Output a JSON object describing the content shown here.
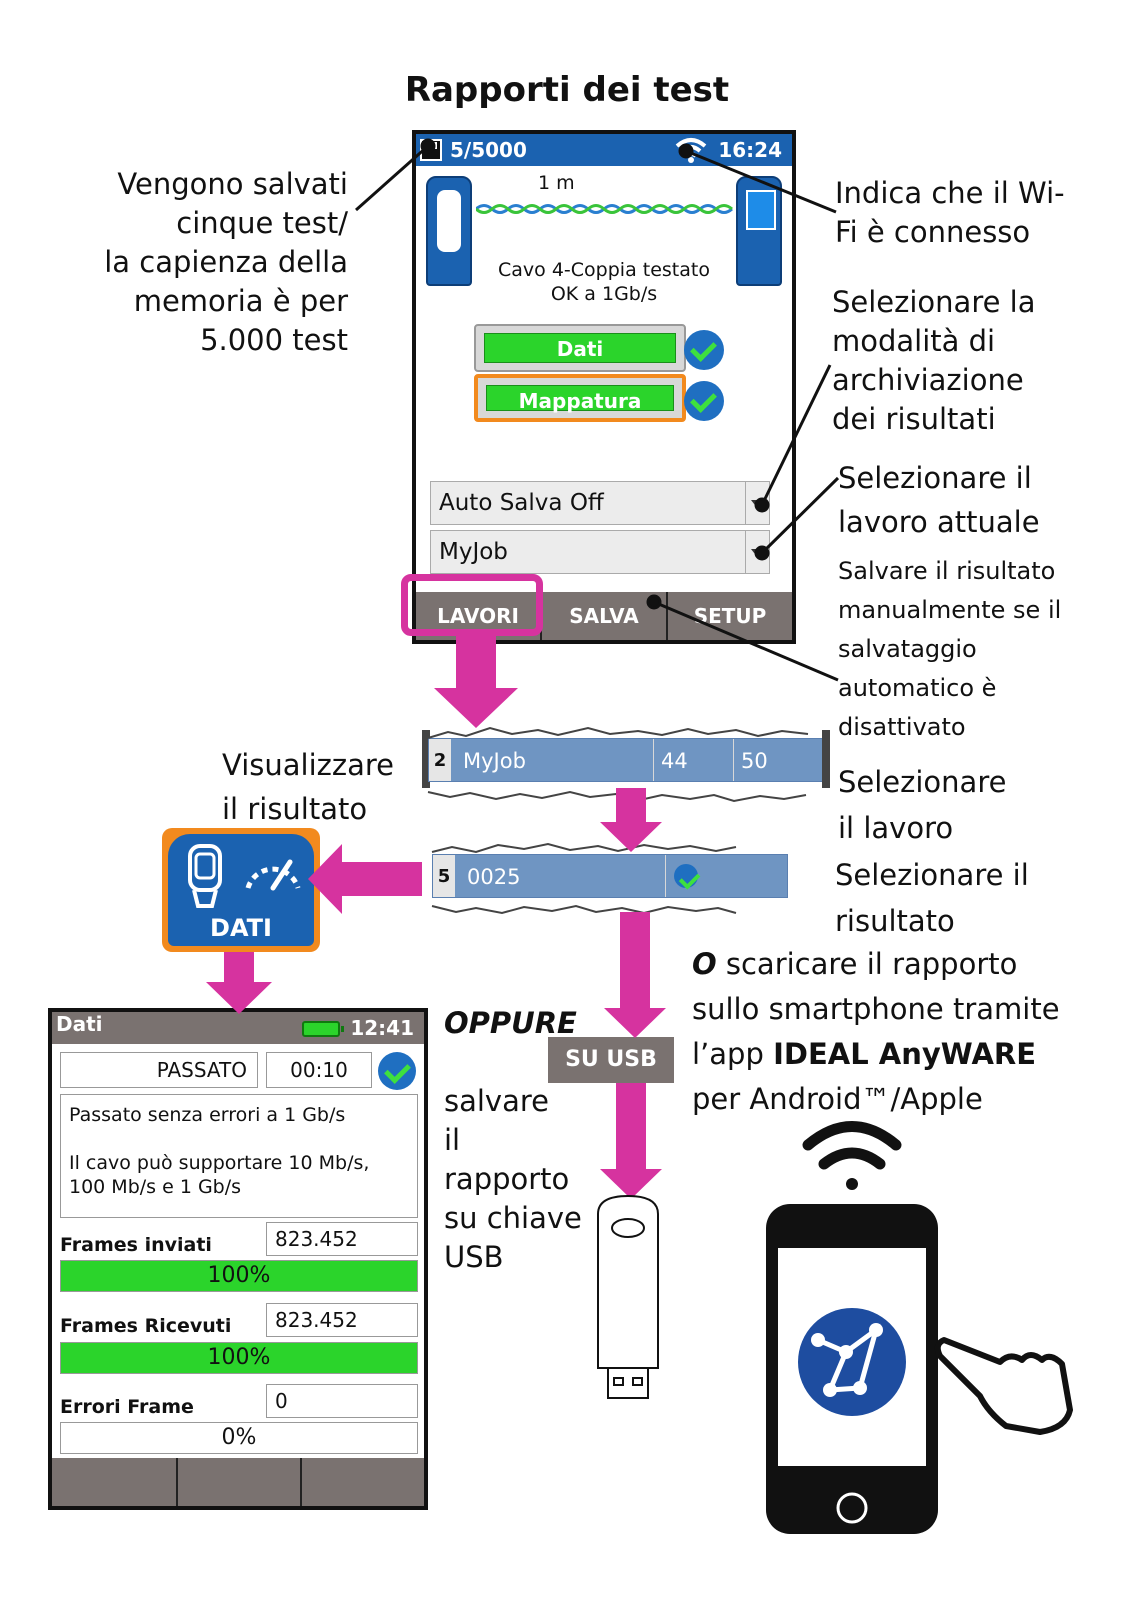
{
  "title": "Rapporti dei test",
  "callouts": {
    "saved_tests": "Vengono salvati\ncinque test/\nla capienza della\nmemoria è per\n5.000 test",
    "wifi": "Indica che il Wi-\nFi è connesso",
    "storage_mode": "Selezionare la\nmodalità di\narchiviazione\ndei risultati",
    "current_job": "Selezionare il\nlavoro attuale",
    "save_manual": "Salvare il risultato\nmanualmente se il\nsalvataggio\nautomatico è\ndisattivato",
    "view_result": "Visualizzare\nil risultato",
    "select_job": "Selezionare\nil lavoro",
    "select_result": "Selezionare il\nrisultato",
    "oppure_title": "OPPURE",
    "oppure_body": "salvare\nil\nrapporto\nsu chiave\nUSB",
    "download_o": "O",
    "download_text1": " scaricare il rapporto\nsullo smartphone tramite\nl’app ",
    "download_app": "IDEAL AnyWARE",
    "download_text2": "\nper Android™/Apple"
  },
  "screen1": {
    "count": "5/5000",
    "time": "16:24",
    "cable_length": "1 m",
    "result_line1": "Cavo 4-Coppia testato",
    "result_line2": "OK a 1Gb/s",
    "btn_data": "Dati",
    "btn_map": "Mappatura",
    "dropdown_autosave": "Auto Salva Off",
    "dropdown_job": "MyJob",
    "softkeys": [
      "LAVORI",
      "SALVA",
      "SETUP"
    ]
  },
  "job_row": {
    "index": "2",
    "name": "MyJob",
    "col2": "44",
    "col3": "50"
  },
  "result_row": {
    "index": "5",
    "name": "0025"
  },
  "dati_tile": {
    "label": "DATI"
  },
  "su_usb": "SU USB",
  "screen2": {
    "title": "Dati",
    "time": "12:41",
    "status": "PASSATO",
    "duration": "00:10",
    "summary1": "Passato senza errori a 1 Gb/s",
    "summary2": "Il cavo può supportare 10 Mb/s, 100 Mb/s e 1 Gb/s",
    "frames_sent_label": "Frames inviati",
    "frames_sent_value": "823.452",
    "frames_sent_pct": "100%",
    "frames_sent_fill": 1.0,
    "frames_recv_label": "Frames Ricevuti",
    "frames_recv_value": "823.452",
    "frames_recv_pct": "100%",
    "frames_recv_fill": 1.0,
    "frame_errors_label": "Errori Frame",
    "frame_errors_value": "0",
    "frame_errors_pct": "0%",
    "frame_errors_fill": 0.0
  },
  "colors": {
    "accent_blue": "#1b62b0",
    "arrow_magenta": "#d6339f",
    "highlight_orange": "#f28a1e",
    "pass_green": "#2bd42b",
    "softkey_gray": "#7a7270",
    "row_blue": "#6f95c2"
  },
  "icons": [
    "floppy-icon",
    "wifi-icon",
    "check-icon",
    "chevron-down-icon",
    "battery-icon",
    "tester-icon",
    "speedometer-icon",
    "usb-stick-icon",
    "smartphone-icon",
    "network-globe-icon",
    "hand-pointer-icon",
    "wifi-signal-icon"
  ]
}
